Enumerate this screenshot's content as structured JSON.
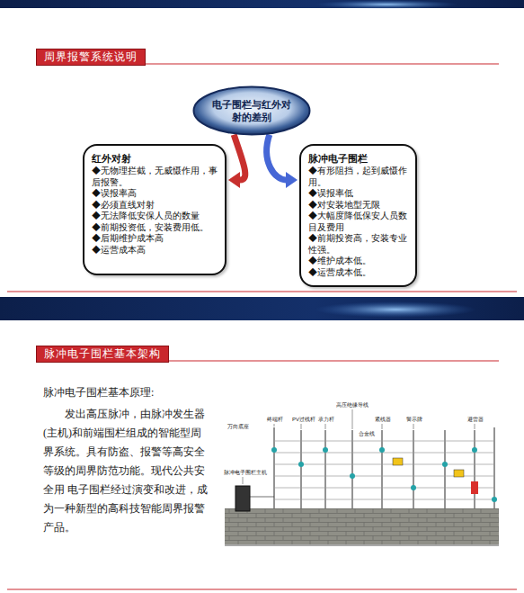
{
  "diagram": {
    "nodes": [
      {
        "text": [
          "周界报警系统说明"
        ]
      },
      {
        "text": [
          "电子围栏与红外对射的差别"
        ]
      },
      {
        "text": [
          "红外对射",
          "◆无物理拦截，无威慑作用，事后报警。",
          "◆误报率高",
          "◆必须直线对射",
          "◆无法降低安保人员的数量",
          "◆前期投资低，安装费用低。",
          "◆后期维护成本高",
          "◆运营成本高"
        ]
      },
      {
        "text": [
          "脉冲电子围栏",
          "◆有形阻挡，起到威慑作用。",
          "◆误报率低",
          "◆对安装地型无限",
          "◆大幅度降低保安人员数目及费用",
          "◆前期投资高，安装专业性强。",
          "◆维护成本低。",
          "◆运营成本低。"
        ]
      },
      {
        "text": [
          "脉冲电子围栏基本架构"
        ]
      }
    ],
    "edges": [
      {
        "from": 1,
        "to": 2,
        "arrow": "to"
      },
      {
        "from": 1,
        "to": 3,
        "arrow": "to"
      }
    ],
    "labels": [
      "脉冲电子围栏基本原理:",
      "发出高压脉冲，由脉冲发生器(主机)和前端围栏组成的智能型周界系统。具有防盗、报警等高安全等级的周界防范功能。现代公共安全用 电子围栏经过演变和改进，成为一种新型的高科技智能周界报警产品。",
      "终端杆",
      "PV过线杆",
      "承力杆",
      "高压绝缘导线",
      "紧线器",
      "警示牌",
      "避雷器",
      "万向底座",
      "合金线",
      "脉冲电子围栏主机"
    ]
  }
}
